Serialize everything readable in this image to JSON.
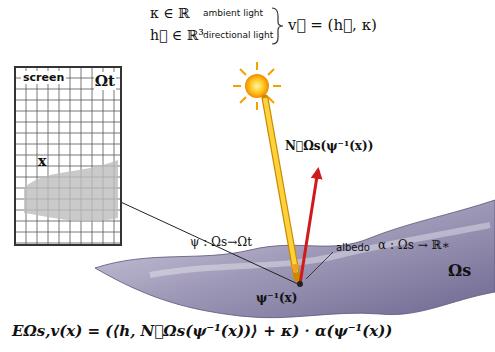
{
  "diagram": {
    "nodes": [
      {
        "text": [
          "screen",
          "Ωt"
        ]
      }
    ],
    "labels": [
      "κ ∈ ℝ",
      "ambient light",
      "h⃗ ∈ ℝ³",
      "directional light",
      "v⃗ = (h⃗, κ)",
      "N⃗Ωs(ψ⁻¹(x))",
      "x",
      "ψ : Ωs→Ωt",
      "albedo",
      "α : Ωs → ℝ∗",
      "ψ⁻¹(x)",
      "Ωs",
      "EΩs,v(x) = (⟨h, N⃗Ωs(ψ⁻¹(x))⟩ + κ) · α(ψ⁻¹(x))"
    ]
  }
}
